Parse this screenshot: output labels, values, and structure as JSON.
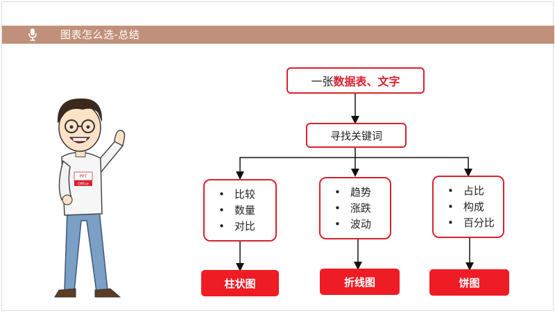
{
  "header": {
    "icon": "microphone-icon",
    "title": "图表怎么选-总结"
  },
  "diagram": {
    "top": {
      "prefix": "一张",
      "highlight": "数据表、文字"
    },
    "middle": "寻找关键词",
    "branches": [
      {
        "items": [
          "比较",
          "数量",
          "对比"
        ],
        "result": "柱状图"
      },
      {
        "items": [
          "趋势",
          "涨跌",
          "波动"
        ],
        "result": "折线图"
      },
      {
        "items": [
          "占比",
          "构成",
          "百分比"
        ],
        "result": "饼图"
      }
    ]
  },
  "character": {
    "shirt_text_1": "PPT",
    "shirt_text_2": "Office"
  },
  "colors": {
    "header_bar": "#c1907b",
    "accent_red": "#d8202c",
    "button_red": "#ee1c25"
  }
}
